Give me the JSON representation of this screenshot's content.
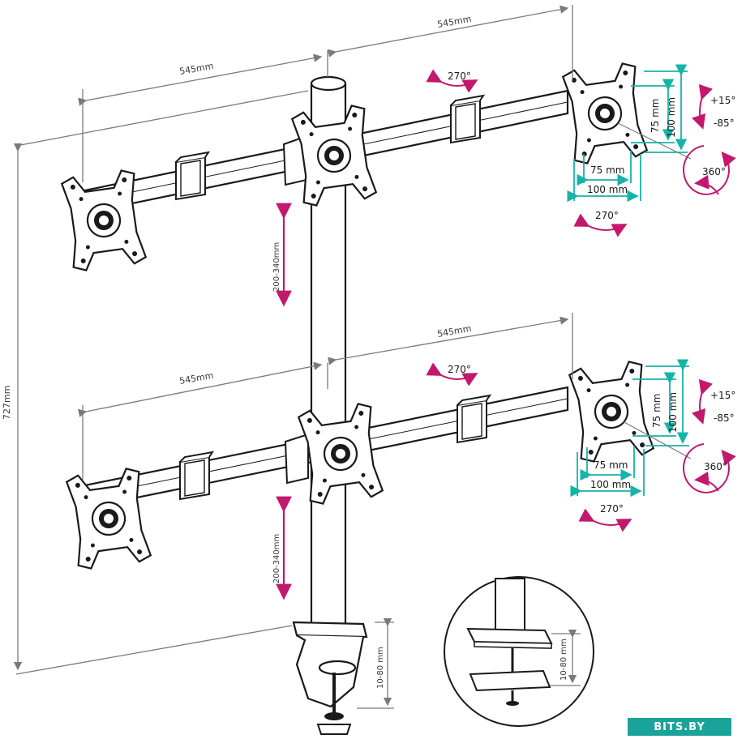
{
  "colors": {
    "line": "#1a1a1a",
    "dimension": "#7a7a7a",
    "teal": "#16b3a8",
    "magenta": "#c2186d",
    "brand": "#1aa39a"
  },
  "dimensions": {
    "arm_length": "545mm",
    "total_height": "727mm",
    "arm_spacing": "200-340mm",
    "clamp_range": "10-80 mm"
  },
  "vesa": {
    "small_h": "75 mm",
    "large_h": "100 mm",
    "small_v": "75 mm",
    "large_v": "100 mm"
  },
  "angles": {
    "swivel": "270°",
    "tilt_up": "+15°",
    "tilt_down": "-85°",
    "rotate": "360°"
  },
  "brand": {
    "logo": "BITS.BY"
  }
}
